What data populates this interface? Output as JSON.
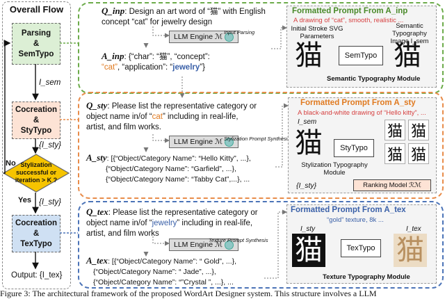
{
  "overall_flow": {
    "title": "Overall Flow",
    "stage1": {
      "line1": "Parsing",
      "line2": "&",
      "line3": "SemTypo"
    },
    "stage2": {
      "line1": "Cocreation",
      "line2": "&",
      "line3": "StyTypo"
    },
    "stage3": {
      "line1": "Cocreation",
      "line2": "&",
      "line3": "TexTypo"
    },
    "i_sem": "I_sem",
    "i_sty": "{I_sty}",
    "i_sty_yes": "{I_sty}",
    "decision": {
      "line1": "Stylization",
      "line2": "successful or",
      "line3": "iteration > K ?"
    },
    "no": "No",
    "yes": "Yes",
    "output": "Output: {I_tex}"
  },
  "panel1": {
    "q_label": "Q_inp",
    "q_text_a": ": Design an art word of “",
    "q_char": "猫",
    "q_text_b": "” with English",
    "q_line2": "concept “cat” for jewelry design",
    "engine": "LLM Engine ℳ",
    "engine_note": "Input Parsing",
    "a_label": "A_inp",
    "a_line1_a": ": {“char”: “",
    "a_char": "猫",
    "a_line1_b": "”, “concept”:",
    "a_line2_cat": "“cat”",
    "a_line2_mid": ", “application”: “",
    "a_line2_jewelry": "jewelry",
    "a_line2_end": "”}",
    "fmt_title": "Formatted Prompt From A_inp",
    "fmt_sub": "A drawing of “cat”, smooth, realistic ...",
    "in_label_1": "Initial Stroke SVG",
    "in_label_2": "Parameters",
    "out_label_1": "Semantic Typography",
    "out_label_2": "Image I_sem",
    "module": "SemTypo",
    "module_caption": "Semantic Typography Module",
    "glyph": "猫"
  },
  "panel2": {
    "q_label": "Q_sty",
    "q_line1": ": Please list the representative category or",
    "q_line2_a": "object name in/of “",
    "q_line2_cat": "cat",
    "q_line2_b": "” including in real-life,",
    "q_line3": "artist, and film works.",
    "engine": "LLM Engine ℳ",
    "engine_note": "Stylization Prompt Synthesis",
    "a_label": "A_sty",
    "a_line1": ": [{“Object/Category Name”: “Hello Kitty”, ...},",
    "a_line2": "{“Object/Category Name”: “Garfield”, ...},",
    "a_line3": "{“Object/Category Name”: “Tabby Cat”,...}, ...",
    "fmt_title": "Formatted Prompt From A_sty",
    "fmt_sub": "A black-and-white drawing of “Hello kitty”, ...",
    "i_sem": "I_sem",
    "module": "StyTypo",
    "module_caption_1": "Stylization Typography",
    "module_caption_2": "Module",
    "i_sty": "{I_sty}",
    "ranking": "Ranking Model ℛℳ",
    "glyph": "猫"
  },
  "panel3": {
    "q_label": "Q_tex",
    "q_line1": ": Please list the representative category or",
    "q_line2_a": "object name in/of “",
    "q_line2_jewelry": "jewelry",
    "q_line2_b": "” including in real-life,",
    "q_line3": "artist, and film works",
    "engine": "LLM Engine ℳ",
    "engine_note": "Texture Prompt Synthesis",
    "a_label": "A_tex",
    "a_line1": ": [{“Object/Category Name”: “ Gold”, ...},",
    "a_line2": "{“Object/Category Name”: “ Jade”, ...},",
    "a_line3": "{“Object/Category Name”: “”Crystal ”, ...}, ...",
    "fmt_title": "Formatted Prompt From A_tex",
    "fmt_sub": "“gold” texture, 8k ...",
    "i_sty": "I_sty",
    "i_tex": "I_tex",
    "module": "TexTypo",
    "module_caption": "Texture Typography Module",
    "glyph": "猫"
  },
  "caption": "Figure 3: The architectural framework of the proposed WordArt Designer system. This structure involves a LLM"
}
